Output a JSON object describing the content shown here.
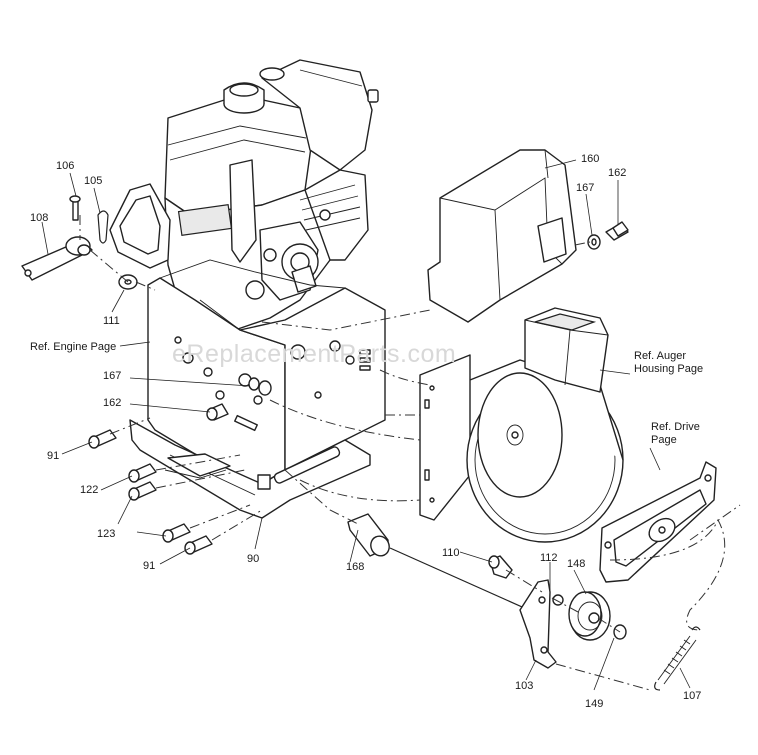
{
  "watermark": "eReplacementParts.com",
  "references": {
    "engine": "Ref. Engine Page",
    "auger_line1": "Ref. Auger",
    "auger_line2": "Housing Page",
    "drive_line1": "Ref. Drive",
    "drive_line2": "Page"
  },
  "callouts": {
    "p106": "106",
    "p105": "105",
    "p108": "108",
    "p111": "111",
    "p160": "160",
    "p167a": "167",
    "p162a": "162",
    "p167b": "167",
    "p162b": "162",
    "p91a": "91",
    "p122": "122",
    "p123": "123",
    "p91b": "91",
    "p90": "90",
    "p168": "168",
    "p110": "110",
    "p112": "112",
    "p148": "148",
    "p103": "103",
    "p149": "149",
    "p107": "107"
  }
}
